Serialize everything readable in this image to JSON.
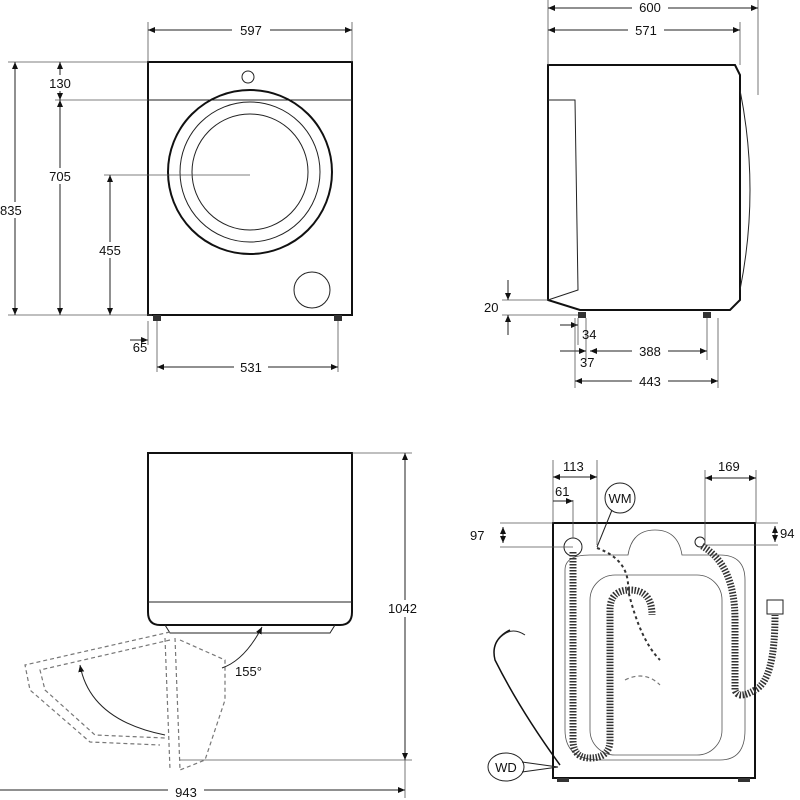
{
  "front_view": {
    "width": "597",
    "height_total": "835",
    "top_panel": "130",
    "door_center_height": "705",
    "door_bottom_height": "455",
    "foot_offset": "65",
    "foot_spacing": "531"
  },
  "side_view": {
    "depth_with_door": "600",
    "depth_body": "571",
    "foot_height": "20",
    "foot_offset_a": "34",
    "foot_offset_b": "37",
    "foot_spacing": "388",
    "foot_span": "443"
  },
  "door_open_view": {
    "total_height": "1042",
    "door_angle": "155°",
    "depth_door_open": "943"
  },
  "back_view": {
    "inlet_offset_outer": "113",
    "inlet_offset_inner": "61",
    "inlet_from_top": "97",
    "drain_offset": "169",
    "drain_from_top": "94",
    "water_mains_label": "WM",
    "water_drain_label": "WD"
  }
}
